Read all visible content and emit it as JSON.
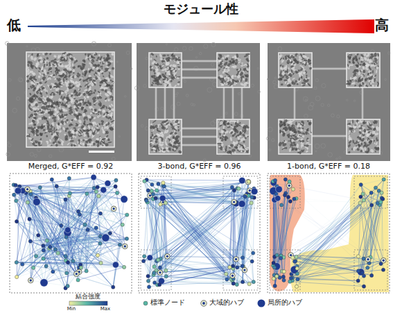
{
  "diagram": {
    "nodes": [
      {
        "text": [
          "Merged, G*EFF = 0.92"
        ]
      },
      {
        "text": [
          "3-bond, G*EFF = 0.96"
        ]
      },
      {
        "text": [
          "1-bond, G*EFF = 0.18"
        ]
      }
    ],
    "labels": [
      "モジュール性",
      "低",
      "高",
      "結合強度",
      "Min",
      "Max"
    ],
    "legend": [
      {
        "text": "標準ノード"
      },
      {
        "text": "大域的ハブ"
      },
      {
        "text": "局所的ハブ"
      }
    ]
  }
}
